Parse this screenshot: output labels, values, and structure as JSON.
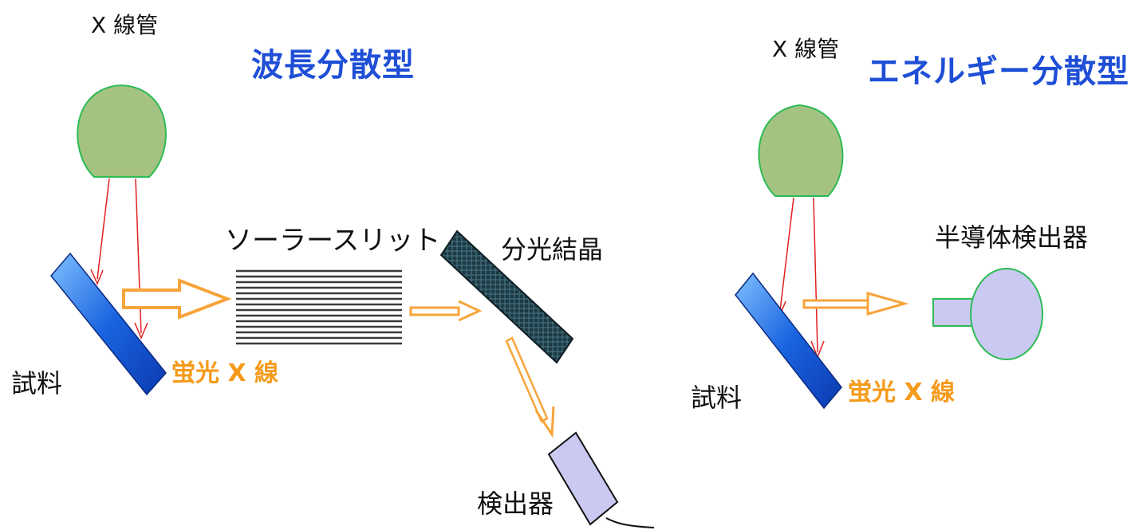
{
  "colors": {
    "title_blue": "#1f4fd6",
    "label_orange": "#f59a1a",
    "tube_fill": "#a4c382",
    "tube_stroke": "#2dbb55",
    "sample_blue": "#1a64e0",
    "arrow_orange": "#f7a43a",
    "xray_red": "#e02020",
    "detector_fill": "#c9c9f2"
  },
  "wdx": {
    "title": "波長分散型",
    "xray_tube_label": "X 線管",
    "soller_slit_label": "ソーラースリット",
    "crystal_label": "分光結晶",
    "sample_label": "試料",
    "fluorescent_label": "蛍光 X 線",
    "detector_label": "検出器"
  },
  "edx": {
    "title": "エネルギー分散型",
    "xray_tube_label": "X 線管",
    "detector_label": "半導体検出器",
    "sample_label": "試料",
    "fluorescent_label": "蛍光 X 線"
  }
}
